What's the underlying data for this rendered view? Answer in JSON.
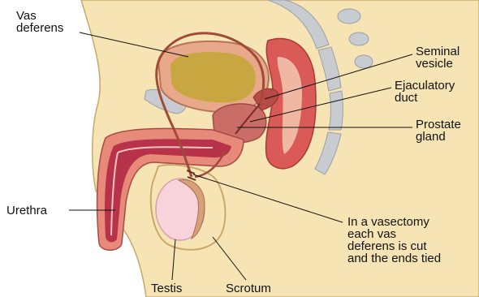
{
  "labels": {
    "vas_deferens": "Vas\ndeferens",
    "seminal_vesicle": "Seminal\nvesicle",
    "ejaculatory_duct": "Ejaculatory\nduct",
    "prostate_gland": "Prostate\ngland",
    "urethra": "Urethra",
    "vasectomy_note": "In a vasectomy\neach vas\ndeferens is cut\nand the ends tied",
    "testis": "Testis",
    "scrotum": "Scrotum"
  },
  "colors": {
    "skin": "#f6e4b4",
    "skin_outline": "#c9a86a",
    "bone": "#c8ccd0",
    "bladder_wall": "#e8a98a",
    "bladder_content": "#c8a640",
    "rectum": "#d95a57",
    "rectum_light": "#f0b7a2",
    "urethra_tissue": "#b8324a",
    "prostate": "#c96d66",
    "testis": "#f8d3dc",
    "duct": "#a04a3a"
  }
}
